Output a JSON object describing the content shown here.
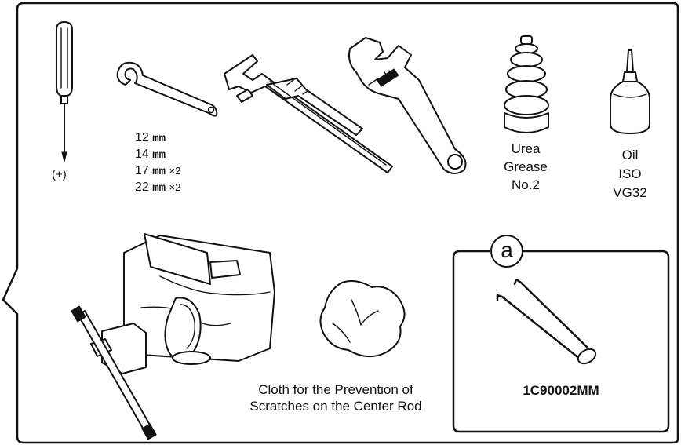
{
  "screwdriver": {
    "label": "(+)"
  },
  "wrench_sizes": [
    {
      "size": "12",
      "unit": "mm",
      "qty": ""
    },
    {
      "size": "14",
      "unit": "mm",
      "qty": ""
    },
    {
      "size": "17",
      "unit": "mm",
      "qty": "×2"
    },
    {
      "size": "22",
      "unit": "mm",
      "qty": "×2"
    }
  ],
  "grease": {
    "line1": "Urea",
    "line2": "Grease",
    "line3": "No.2"
  },
  "oil": {
    "line1": "Oil",
    "line2": "ISO",
    "line3": "VG32"
  },
  "cloth": {
    "line1": "Cloth for the Prevention of",
    "line2": "Scratches on the Center Rod"
  },
  "special_tool": {
    "marker": "a",
    "part_number": "1C90002MM"
  }
}
